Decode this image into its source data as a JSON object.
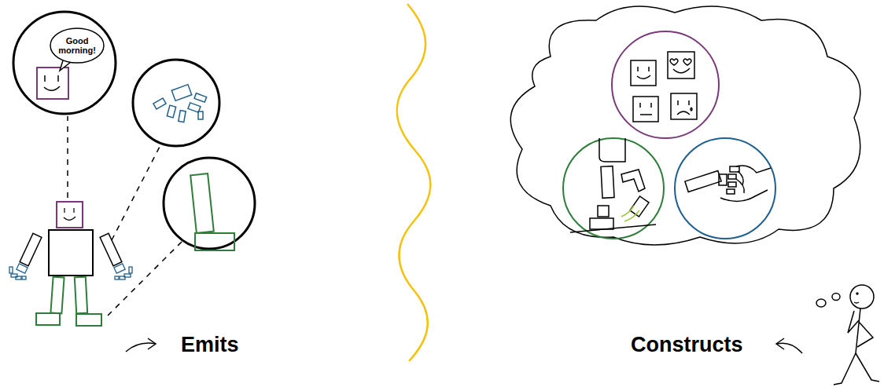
{
  "diagram": {
    "nodes": [
      {
        "text": [
          "Good morning!"
        ]
      }
    ],
    "edges": [],
    "labels": [
      "Emits",
      "Constructs"
    ]
  }
}
